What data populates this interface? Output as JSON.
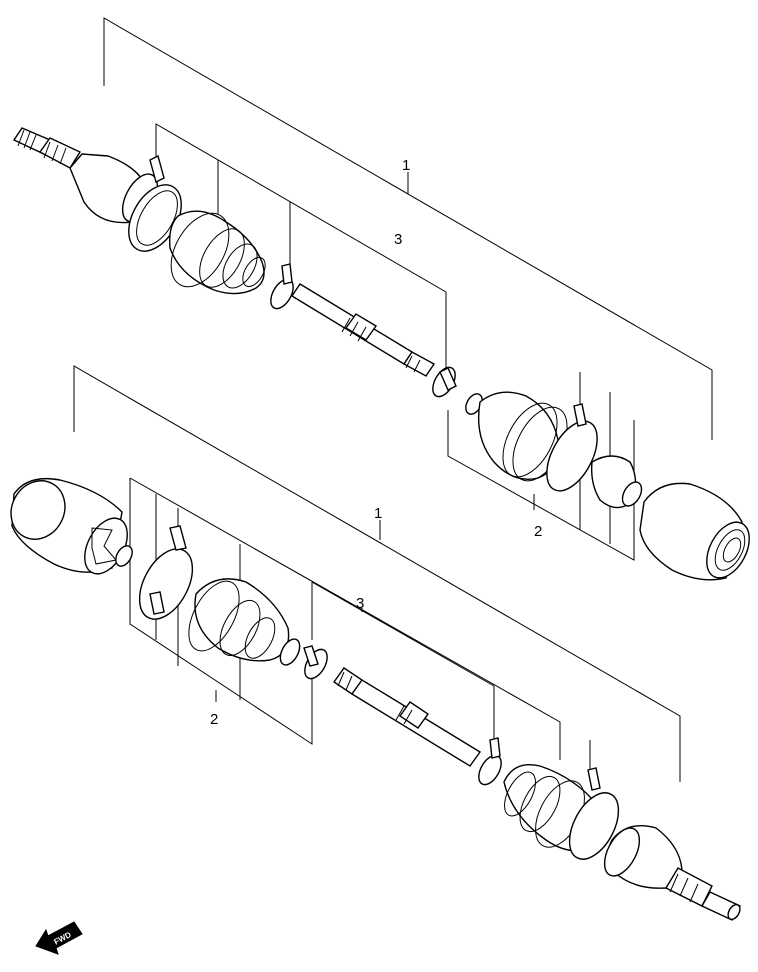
{
  "upper_assembly": {
    "callout_assembly": "1",
    "callout_shaft": "3",
    "callout_boot_kit": "2"
  },
  "lower_assembly": {
    "callout_assembly": "1",
    "callout_shaft": "3",
    "callout_boot_kit": "2"
  },
  "direction_indicator": {
    "label": "FWD"
  }
}
